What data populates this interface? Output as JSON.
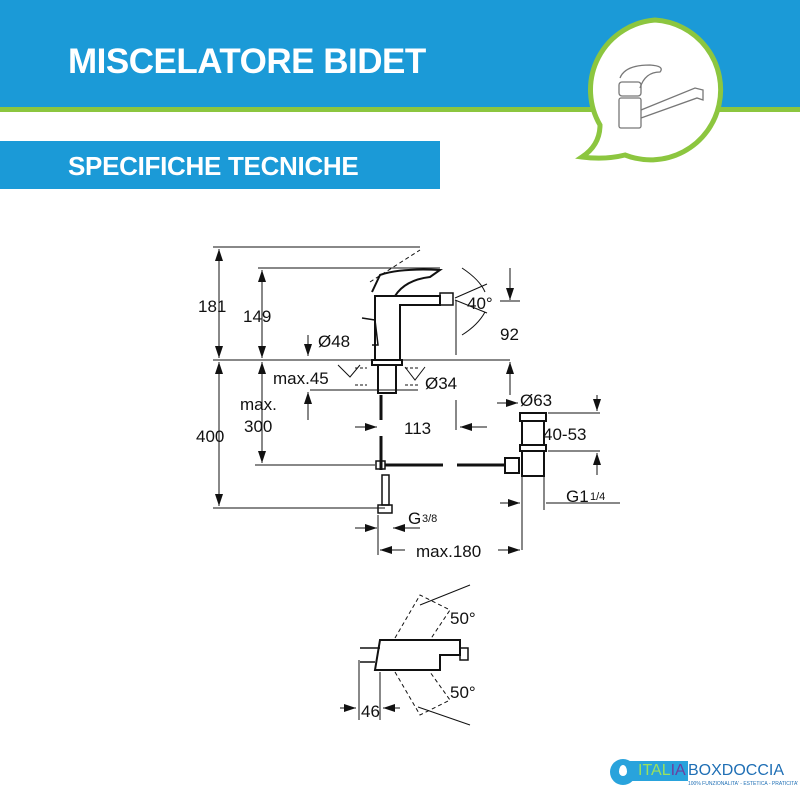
{
  "header": {
    "title": "MISCELATORE BIDET",
    "subtitle": "SPECIFICHE TECNICHE",
    "icon": "faucet-icon",
    "accent": "#1b9ad7",
    "green": "#8cc63f"
  },
  "dimensions": {
    "d181": "181",
    "d149": "149",
    "d400": "400",
    "max_label": "max.",
    "d300": "300",
    "d48": "Ø48",
    "max45": "max.45",
    "d34": "Ø34",
    "d113": "113",
    "angle40": "40°",
    "d92": "92",
    "d63": "Ø63",
    "d40_53": "40-53",
    "g1": "G1",
    "g1_frac": "1/4",
    "g3": "G",
    "g3_frac": "3/8",
    "max180": "max.180",
    "angle50_top": "50°",
    "angle50_bottom": "50°",
    "d46": "46"
  },
  "logo": {
    "part1": "ITAL",
    "part2": "IA",
    "part3": "BOXDOCCIA",
    "tagline": "100% FUNZIONALITA' - ESTETICA - PRATICITA'"
  }
}
